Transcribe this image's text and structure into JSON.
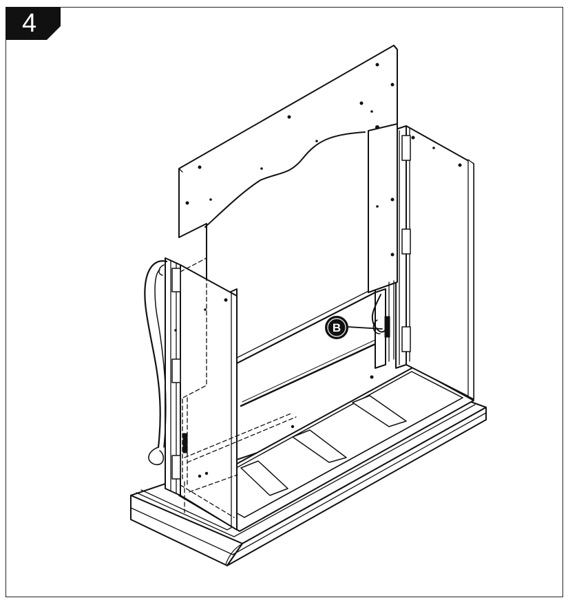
{
  "step": {
    "number": "4"
  },
  "callouts": [
    {
      "label": "B"
    }
  ],
  "colors": {
    "line": "#111111",
    "background": "#ffffff",
    "badge": "#111111"
  },
  "icons": [
    "step-number-badge",
    "hardware-callout-b"
  ]
}
